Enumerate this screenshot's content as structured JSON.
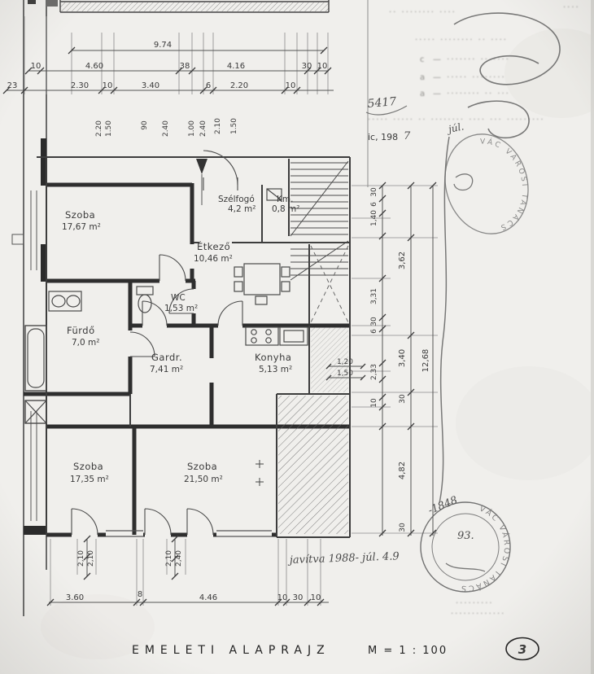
{
  "page": {
    "footer_title": "EMELETI ALAPRAJZ",
    "footer_scale": "M = 1 : 100",
    "page_number": "3"
  },
  "rooms": {
    "szoba1": {
      "name": "Szoba",
      "area": "17,67 m²"
    },
    "szelfogo": {
      "name": "Szélfogó",
      "area": "4,2 m²"
    },
    "km": {
      "name": "Km.",
      "area": "0,8 m²"
    },
    "etkezo": {
      "name": "Étkező",
      "area": "10,46 m²"
    },
    "wc": {
      "name": "WC",
      "area": "1,53 m²"
    },
    "furdo": {
      "name": "Fürdő",
      "area": "7,0 m²"
    },
    "gardrob": {
      "name": "Gardr.",
      "area": "7,41 m²"
    },
    "konyha": {
      "name": "Konyha",
      "area": "5,13 m²"
    },
    "szoba2": {
      "name": "Szoba",
      "area": "17,35 m²"
    },
    "szoba3": {
      "name": "Szoba",
      "area": "21,50 m²"
    }
  },
  "dims": {
    "total_top": "9.74",
    "row2": {
      "d1": "10",
      "d2": "4.60",
      "d3": "38",
      "d4": "4.16",
      "d5": "30",
      "d6": "10"
    },
    "row3": {
      "d1": "23",
      "d2": "2.30",
      "d3": "10",
      "d4": "3.40",
      "d5": "6",
      "d6": "2.20",
      "d7": "10"
    },
    "vtop": {
      "d1": "2.20",
      "d2": "1.50",
      "d3": "90",
      "d4": "2.40",
      "d5": "1.00",
      "d6": "2.40",
      "d7": "2.10",
      "d8": "1.50"
    },
    "right1": {
      "d1": "30",
      "d2": "6",
      "d3": "1,40",
      "d4": "3,31",
      "d5": "30",
      "d6": "6",
      "d7": "2,33",
      "d8": "10"
    },
    "right2": {
      "d1": "3,62",
      "d2": "3,40",
      "d3": "30",
      "d4": "4,82",
      "d5": "30"
    },
    "right_total": "12,68",
    "kitchen": {
      "d1": "1,20",
      "d2": "1,50"
    },
    "vbottom1": {
      "d1": "2,10",
      "d2": "2,10"
    },
    "vbottom2": {
      "d1": "2,10",
      "d2": "2,40"
    },
    "bottom": {
      "d1": "3.60",
      "d2": "8",
      "d3": "4.46",
      "d4": "10",
      "d5": "30",
      "d6": "10"
    }
  },
  "annotations": {
    "ref_number": "5417",
    "printed_date": "ic, 198",
    "hand_year": "7",
    "hand_month": "júl.",
    "hand_note": "javítva 1988- júl. 4.9",
    "hand_stamp_num": "93.",
    "hand_stamp_year": "-1848"
  },
  "titleblock": {
    "corner": "····",
    "row1": "·· ········ ····",
    "row2": "····· ········ ·· ····",
    "legend1_marker": "c",
    "legend1_text": "— ······· ·· ····",
    "legend2_marker": "a",
    "legend2_text": "— ····· ········",
    "legend3_marker": "a",
    "legend3_text": "— ········ ·· ···",
    "note_row": "····· ····· ·· ········ ···· ··· ·········",
    "footer_blur1": "·········",
    "footer_blur2": "·············"
  },
  "stamps": {
    "stamp1_text": "VÁC VÁROSI TANÁCS",
    "stamp2_text": "VÁC VÁROSI TANÁCS"
  }
}
